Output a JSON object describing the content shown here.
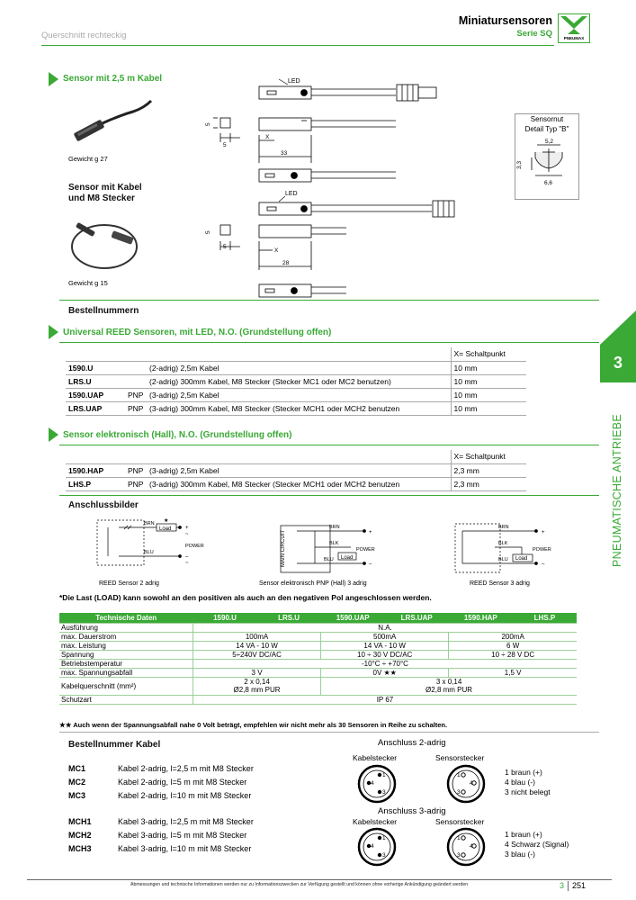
{
  "header": {
    "left_caption": "Querschnitt rechteckig",
    "title": "Miniatursensoren",
    "subtitle": "Serie SQ",
    "logo_text": "PNEUMAX"
  },
  "sensor_cable": {
    "heading": "Sensor mit 2,5 m Kabel",
    "weight": "Gewicht g 27",
    "drawing": {
      "led_label": "LED",
      "dim_5a": "5",
      "dim_5b": "5",
      "dim_x": "X",
      "dim_33": "33"
    }
  },
  "groove_detail": {
    "title_line1": "Sensornut",
    "title_line2": "Detail Typ \"B\"",
    "dim_top": "5,2",
    "dim_side": "3,3",
    "dim_bottom": "6,6"
  },
  "sensor_m8": {
    "heading_line1": "Sensor mit Kabel",
    "heading_line2": "und M8 Stecker",
    "weight": "Gewicht g 15",
    "drawing": {
      "led_label": "LED",
      "dim_5a": "5",
      "dim_5b": "5",
      "dim_x": "X",
      "dim_28": "28"
    }
  },
  "order_heading": "Bestellnummern",
  "reed_section": {
    "heading": "Universal REED Sensoren, mit LED, N.O. (Grundstellung offen)",
    "switch_header": "X= Schaltpunkt",
    "rows": [
      {
        "code": "1590.U",
        "type": "",
        "desc": "(2-adrig) 2,5m Kabel",
        "point": "10 mm"
      },
      {
        "code": "LRS.U",
        "type": "",
        "desc": "(2-adrig) 300mm Kabel, M8 Stecker (Stecker MC1 oder MC2 benutzen)",
        "point": "10 mm"
      },
      {
        "code": "1590.UAP",
        "type": "PNP",
        "desc": "(3-adrig) 2,5m Kabel",
        "point": "10 mm"
      },
      {
        "code": "LRS.UAP",
        "type": "PNP",
        "desc": "(3-adrig) 300mm Kabel, M8 Stecker (Stecker MCH1 oder MCH2 benutzen",
        "point": "10 mm"
      }
    ]
  },
  "hall_section": {
    "heading": "Sensor elektronisch (Hall), N.O. (Grundstellung offen)",
    "switch_header": "X= Schaltpunkt",
    "rows": [
      {
        "code": "1590.HAP",
        "type": "PNP",
        "desc": "(3-adrig) 2,5m Kabel",
        "point": "2,3 mm"
      },
      {
        "code": "LHS.P",
        "type": "PNP",
        "desc": "(3-adrig) 300mm Kabel, M8 Stecker (Stecker MCH1 oder MCH2 benutzen",
        "point": "2,3 mm"
      }
    ]
  },
  "wiring": {
    "heading": "Anschlussbilder",
    "d1": {
      "caption": "REED Sensor 2 adrig",
      "brn": "BRN",
      "blu": "BLU",
      "load": "Load",
      "star": "★",
      "power": "POWER",
      "plus": "+",
      "minus": "–",
      "tilde1": "~",
      "tilde2": "~"
    },
    "d2": {
      "caption": "Sensor elektronisch PNP (Hall) 3 adrig",
      "brn": "BRN",
      "blk": "BLK",
      "blu": "BLU",
      "load": "Load",
      "power": "POWER",
      "main_circuit": "MAIN CIRCUIT",
      "plus": "+",
      "minus": "–"
    },
    "d3": {
      "caption": "REED Sensor 3 adrig",
      "brn": "BRN",
      "blk": "BLK",
      "blu": "BLU",
      "load": "Load",
      "power": "POWER",
      "plus": "+",
      "minus": "–"
    }
  },
  "load_note": "*Die Last (LOAD) kann sowohl an den positiven als auch an den negativen Pol angeschlossen werden.",
  "tech_table": {
    "headers": [
      "Technische Daten",
      "1590.U",
      "LRS.U",
      "1590.UAP",
      "LRS.UAP",
      "1590.HAP",
      "LHS.P"
    ],
    "rows": [
      {
        "label": "Ausführung",
        "cells": [
          "N.A."
        ]
      },
      {
        "label": "max. Dauerstrom",
        "cells": [
          "100mA",
          "500mA",
          "200mA"
        ]
      },
      {
        "label": "max. Leistung",
        "cells": [
          "14 VA - 10 W",
          "14 VA - 10 W",
          "6 W"
        ]
      },
      {
        "label": "Spannung",
        "cells": [
          "5÷240V DC/AC",
          "10 ÷ 30 V DC/AC",
          "10 ÷ 28 V DC"
        ]
      },
      {
        "label": "Betriebstemperatur",
        "cells": [
          "-10°C ÷ +70°C"
        ]
      },
      {
        "label": "max. Spannungsabfall",
        "cells": [
          "3 V",
          "0V ★★",
          "1,5 V"
        ]
      },
      {
        "label": "Kabelquerschnitt (mm²)",
        "cells": [
          "2 x 0,14\nØ2,8 mm PUR",
          "3 x 0,14\nØ2,8 mm PUR"
        ]
      },
      {
        "label": "Schutzart",
        "cells": [
          "IP 67"
        ]
      }
    ]
  },
  "drop_note": "★★ Auch wenn der Spannungsabfall nahe 0 Volt beträgt, empfehlen wir nicht mehr als 30 Sensoren in Reihe zu schalten.",
  "cables": {
    "heading": "Bestellnummer Kabel",
    "items": [
      {
        "code": "MC1",
        "desc": "Kabel 2-adrig, l=2,5 m mit M8 Stecker"
      },
      {
        "code": "MC2",
        "desc": "Kabel 2-adrig, l=5 m mit M8 Stecker"
      },
      {
        "code": "MC3",
        "desc": "Kabel 2-adrig, l=10 m mit M8 Stecker"
      },
      {
        "code": "MCH1",
        "desc": "Kabel 3-adrig, l=2,5 m mit M8 Stecker"
      },
      {
        "code": "MCH2",
        "desc": "Kabel 3-adrig, l=5 m mit M8 Stecker"
      },
      {
        "code": "MCH3",
        "desc": "Kabel 3-adrig, l=10 m mit M8 Stecker"
      }
    ]
  },
  "connection_2": {
    "title": "Anschluss 2-adrig",
    "cable_plug": "Kabelstecker",
    "sensor_plug": "Sensorstecker",
    "legend": [
      "1 braun (+)",
      "4 blau (-)",
      "3 nicht belegt"
    ],
    "pins": {
      "p1": "1",
      "p3": "3",
      "p4": "4"
    }
  },
  "connection_3": {
    "title": "Anschluss 3-adrig",
    "cable_plug": "Kabelstecker",
    "sensor_plug": "Sensorstecker",
    "legend": [
      "1 braun (+)",
      "4 Schwarz (Signal)",
      "3 blau (-)"
    ],
    "pins": {
      "p1": "1",
      "p3": "3",
      "p4": "4"
    }
  },
  "side_tab": {
    "number": "3",
    "label": "PNEUMATISCHE ANTRIEBE"
  },
  "footer": {
    "disclaimer": "Abmessungen und technische Informationen werden nur zu Informationszwecken zur Verfügung gestellt und können ohne vorherige Ankündigung geändert werden",
    "chapter": "3",
    "page": "251"
  },
  "colors": {
    "accent": "#3aa935",
    "text": "#111111",
    "rule": "#aaaaaa"
  }
}
